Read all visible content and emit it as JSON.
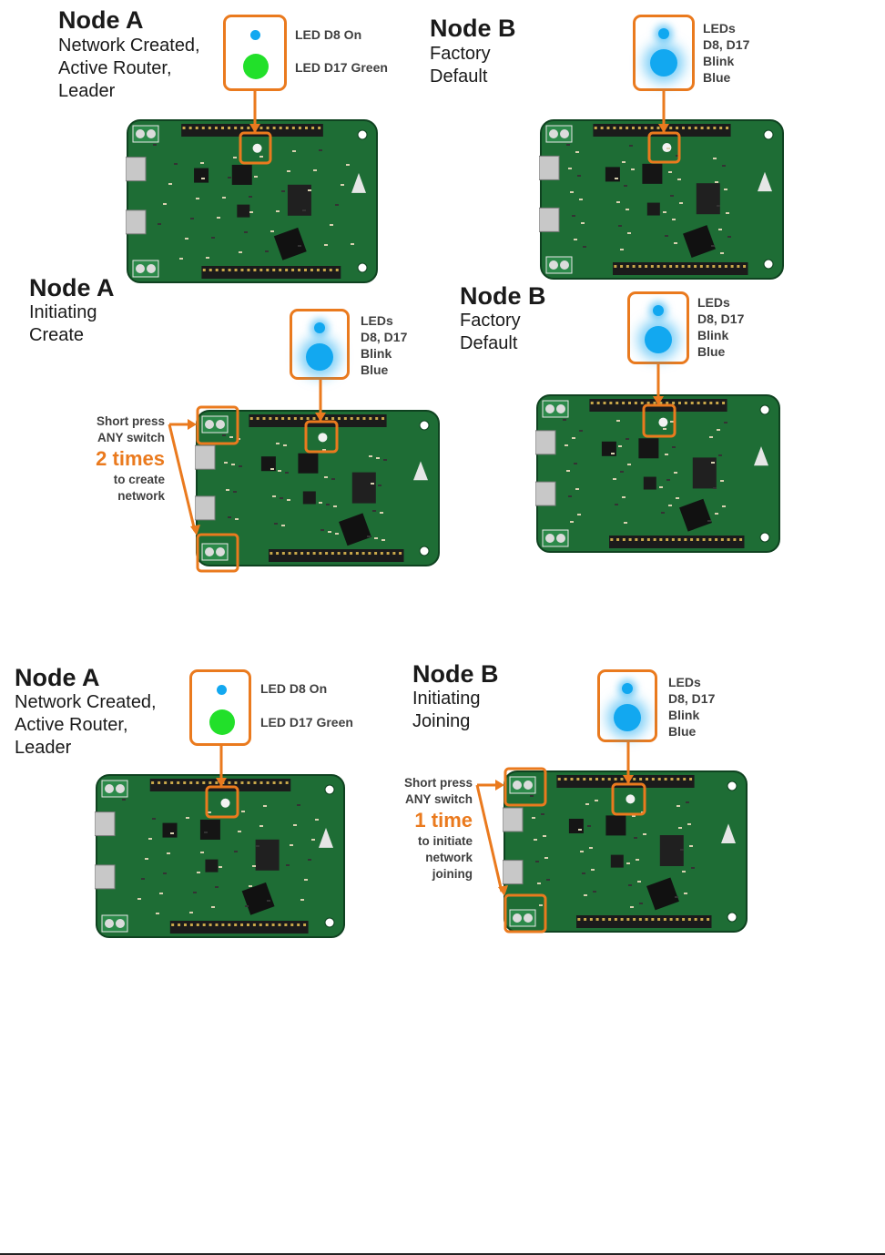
{
  "colors": {
    "accent_orange": "#ea7a1e",
    "led_blue": "#12a8f0",
    "led_green": "#22e02a",
    "board_green": "#1e6d35"
  },
  "panels": [
    {
      "title": "Node A",
      "subtitle": "Network Created,\nActive Router,\nLeader",
      "led_state": "on-green",
      "led_labels": [
        "LED D8 On",
        "LED D17 Green"
      ]
    },
    {
      "title": "Node B",
      "subtitle": "Factory\nDefault",
      "led_state": "blink-blue",
      "led_label": "LEDs\nD8, D17\nBlink\nBlue"
    },
    {
      "title": "Node A",
      "subtitle": "Initiating\nCreate",
      "led_state": "blink-blue",
      "led_label": "LEDs\nD8, D17\nBlink\nBlue",
      "press_text": "Short press\nANY switch",
      "press_count": "2 times",
      "press_after": "to create\nnetwork"
    },
    {
      "title": "Node B",
      "subtitle": "Factory\nDefault",
      "led_state": "blink-blue",
      "led_label": "LEDs\nD8, D17\nBlink\nBlue"
    },
    {
      "title": "Node A",
      "subtitle": "Network Created,\nActive Router,\nLeader",
      "led_state": "on-green",
      "led_labels": [
        "LED D8 On",
        "LED D17 Green"
      ]
    },
    {
      "title": "Node B",
      "subtitle": "Initiating\nJoining",
      "led_state": "blink-blue",
      "led_label": "LEDs\nD8, D17\nBlink\nBlue",
      "press_text": "Short press\nANY switch",
      "press_count": "1 time",
      "press_after": "to initiate\nnetwork\njoining"
    }
  ]
}
